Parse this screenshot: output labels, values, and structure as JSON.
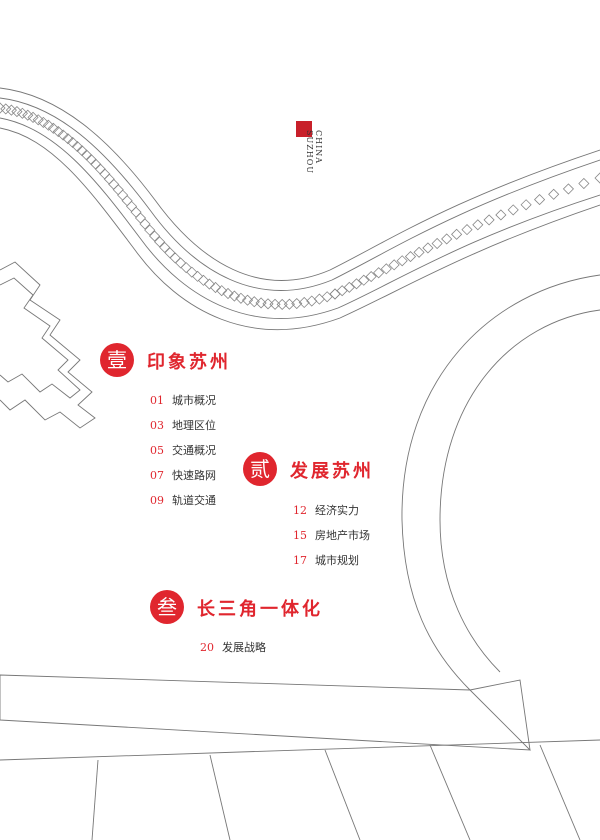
{
  "brand": {
    "line1": "CHINA",
    "line2": "SUZHOU"
  },
  "sections": [
    {
      "badge": "壹",
      "title": "印象苏州",
      "items": [
        {
          "num": "01",
          "label": "城市概况"
        },
        {
          "num": "03",
          "label": "地理区位"
        },
        {
          "num": "05",
          "label": "交通概况"
        },
        {
          "num": "07",
          "label": "快速路网"
        },
        {
          "num": "09",
          "label": "轨道交通"
        }
      ]
    },
    {
      "badge": "贰",
      "title": "发展苏州",
      "items": [
        {
          "num": "12",
          "label": "经济实力"
        },
        {
          "num": "15",
          "label": "房地产市场"
        },
        {
          "num": "17",
          "label": "城市规划"
        }
      ]
    },
    {
      "badge": "叁",
      "title": "长三角一体化",
      "items": [
        {
          "num": "20",
          "label": "发展战略"
        }
      ]
    }
  ],
  "colors": {
    "accent": "#e0262e",
    "line": "#6a6a6a"
  }
}
